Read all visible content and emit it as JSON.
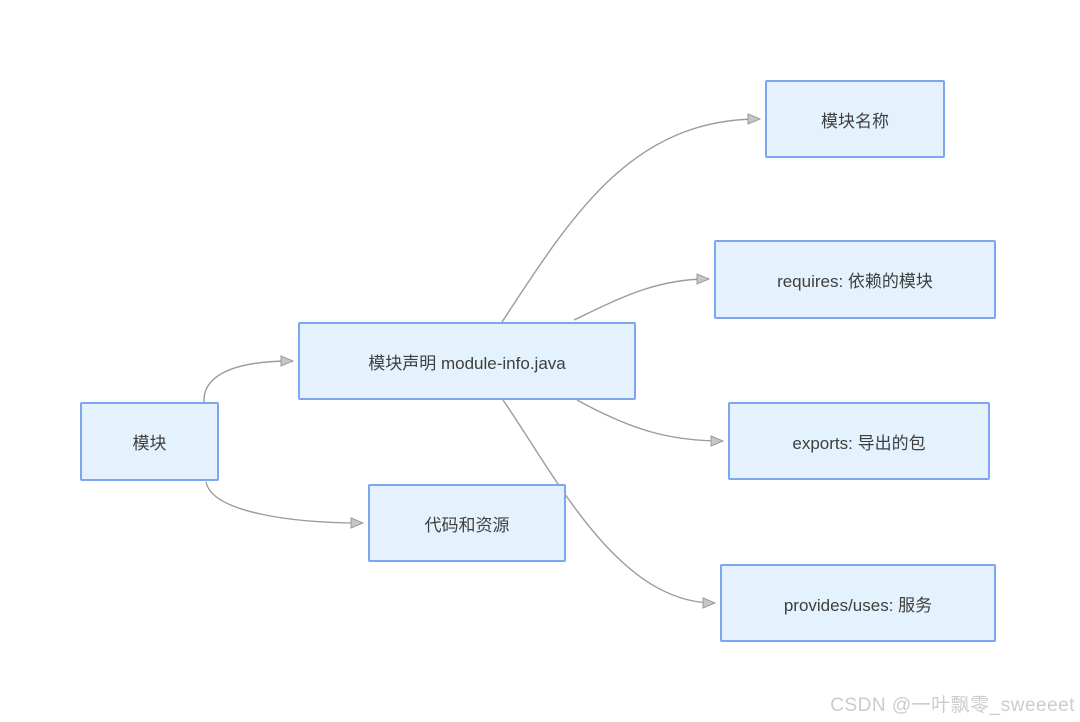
{
  "diagram": {
    "type": "flowchart",
    "nodes": [
      {
        "id": "module",
        "label": "模块"
      },
      {
        "id": "module-declaration",
        "label": "模块声明 module-info.java"
      },
      {
        "id": "code-resources",
        "label": "代码和资源"
      },
      {
        "id": "module-name",
        "label": "模块名称"
      },
      {
        "id": "requires",
        "label": "requires: 依赖的模块"
      },
      {
        "id": "exports",
        "label": "exports: 导出的包"
      },
      {
        "id": "provides-uses",
        "label": "provides/uses: 服务"
      }
    ],
    "edges": [
      {
        "from": "module",
        "to": "module-declaration"
      },
      {
        "from": "module",
        "to": "code-resources"
      },
      {
        "from": "module-declaration",
        "to": "module-name"
      },
      {
        "from": "module-declaration",
        "to": "requires"
      },
      {
        "from": "module-declaration",
        "to": "exports"
      },
      {
        "from": "module-declaration",
        "to": "provides-uses"
      }
    ]
  },
  "watermark": {
    "text": "CSDN @一叶飘零_sweeeet"
  },
  "colors": {
    "background": "#ffffff",
    "node_fill": "#e3f2fd",
    "node_border": "#7ea6f0",
    "node_text": "#3f3f3f",
    "connector": "#9b9b9b",
    "arrowhead": "#c6c6c6",
    "watermark": "#cccccc"
  }
}
